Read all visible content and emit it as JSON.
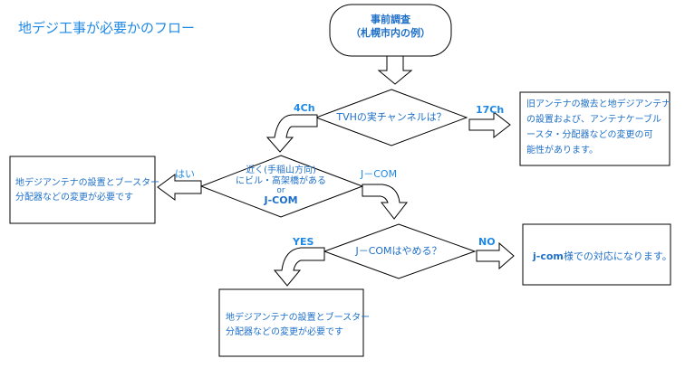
{
  "title": "地デジ工事が必要かのフロー",
  "start": {
    "line1": "事前調査",
    "line2": "（札幌市内の例）"
  },
  "decision1": {
    "question": "TVHの実チャンネルは？",
    "left_label": "4Ch",
    "right_label": "17Ch"
  },
  "result_17ch": {
    "line1": "旧アンテナの撤去と地デジアンテナ",
    "line2": "の設置および、アンテナケーブル",
    "line3": "ースタ・分配器などの変更の可",
    "line4": "能性があります。"
  },
  "decision2": {
    "line1": "近く(手稲山方向)",
    "line2": "にビル・高架橋がある",
    "line3": "or",
    "line4": "J-COM",
    "left_label": "はい",
    "right_label": "J－COM"
  },
  "result_hai": {
    "line1": "地デジアンテナの設置とブースター",
    "line2": "分配器などの変更が必要です"
  },
  "decision3": {
    "question": "J－COMはやめる？",
    "left_label": "YES",
    "right_label": "NO"
  },
  "result_no": {
    "name": "j-com",
    "rest": "様での対応になります。"
  },
  "result_yes": {
    "line1": "地デジアンテナの設置とブースター",
    "line2": "分配器などの変更が必要です"
  }
}
